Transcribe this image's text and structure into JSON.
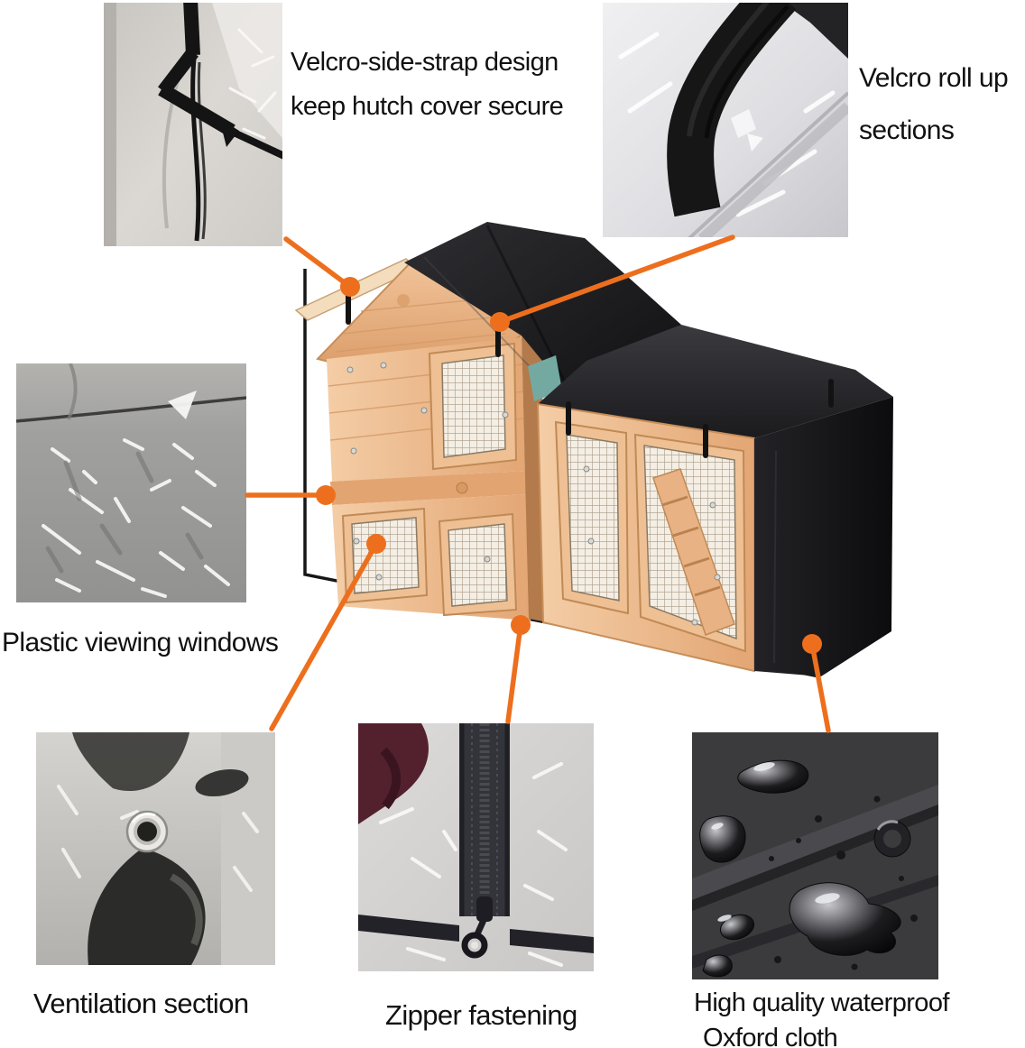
{
  "colors": {
    "accent_orange": "#ed6f1d",
    "text": "#111111",
    "cover_black": "#1d1d20",
    "wood": "#edba8e"
  },
  "callouts": [
    {
      "id": "velcro-strap",
      "lines": [
        "Velcro-side-strap design",
        "keep hutch cover secure"
      ]
    },
    {
      "id": "velcro-roll",
      "lines": [
        "Velcro roll up",
        "sections"
      ]
    },
    {
      "id": "viewing",
      "lines": [
        "Plastic viewing windows"
      ]
    },
    {
      "id": "ventilation",
      "lines": [
        "Ventilation section"
      ]
    },
    {
      "id": "zipper",
      "lines": [
        "Zipper fastening"
      ]
    },
    {
      "id": "oxford",
      "lines": [
        "High quality waterproof",
        "Oxford cloth"
      ]
    }
  ],
  "insets": [
    "velcro-side-strap-photo",
    "velcro-roll-up-photo",
    "plastic-viewing-window-photo",
    "ventilation-grommet-photo",
    "zipper-fastening-photo",
    "waterproof-oxford-cloth-photo"
  ]
}
